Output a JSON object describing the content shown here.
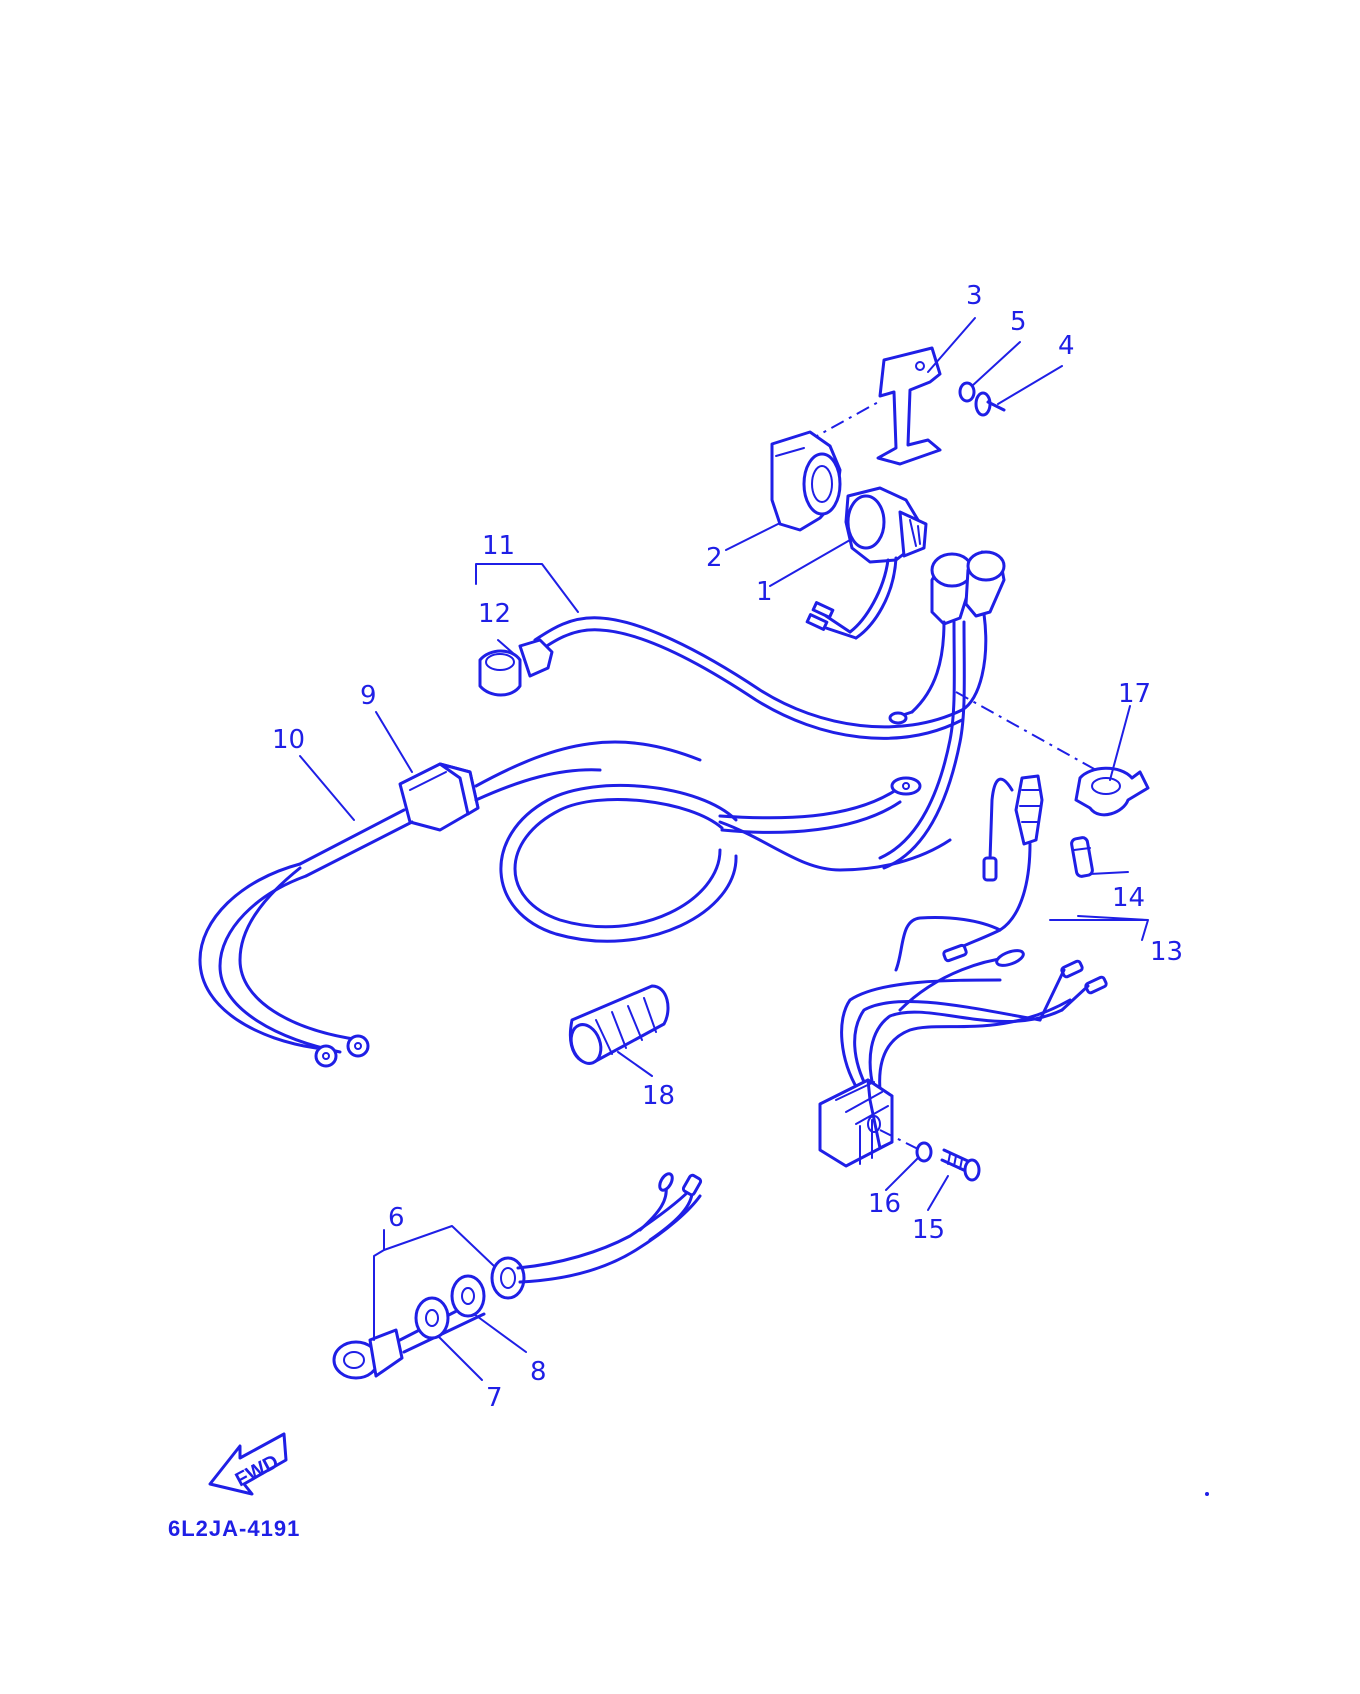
{
  "diagram": {
    "ink_color": "#1f1fe6",
    "background_color": "#ffffff",
    "part_labels": [
      {
        "id": "1",
        "text": "1"
      },
      {
        "id": "2",
        "text": "2"
      },
      {
        "id": "3",
        "text": "3"
      },
      {
        "id": "4",
        "text": "4"
      },
      {
        "id": "5",
        "text": "5"
      },
      {
        "id": "6",
        "text": "6"
      },
      {
        "id": "7",
        "text": "7"
      },
      {
        "id": "8",
        "text": "8"
      },
      {
        "id": "9",
        "text": "9"
      },
      {
        "id": "10",
        "text": "10"
      },
      {
        "id": "11",
        "text": "11"
      },
      {
        "id": "12",
        "text": "12"
      },
      {
        "id": "13",
        "text": "13"
      },
      {
        "id": "14",
        "text": "14"
      },
      {
        "id": "15",
        "text": "15"
      },
      {
        "id": "16",
        "text": "16"
      },
      {
        "id": "17",
        "text": "17"
      },
      {
        "id": "18",
        "text": "18"
      }
    ],
    "fwd_arrow_label": "FWD",
    "drawing_code": "6L2JA-4191"
  }
}
